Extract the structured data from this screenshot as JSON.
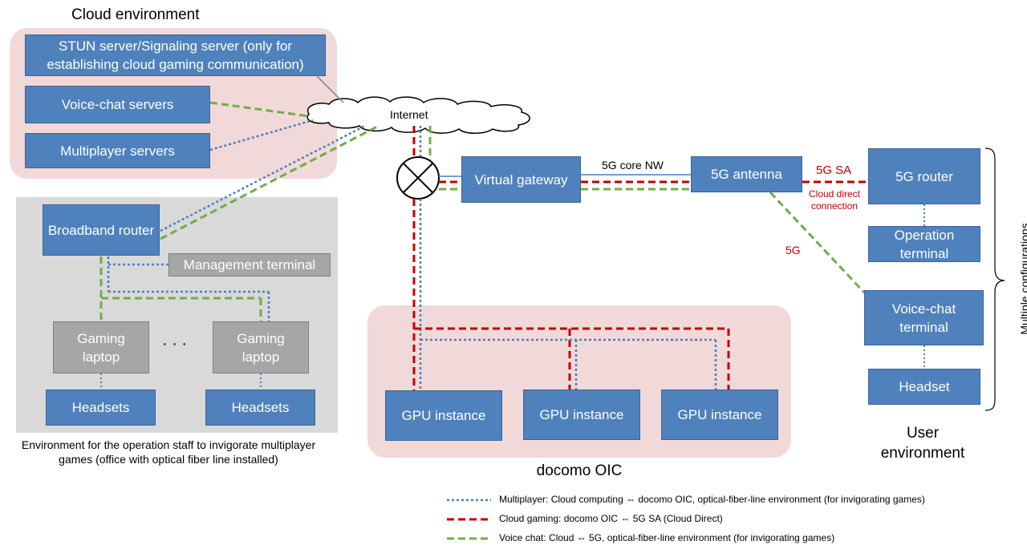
{
  "cloud_environment": {
    "title": "Cloud environment",
    "stun_server": "STUN server/Signaling server (only for establishing cloud gaming communication)",
    "voice_chat_servers": "Voice-chat servers",
    "multiplayer_servers": "Multiplayer servers"
  },
  "internet_label": "Internet",
  "office": {
    "broadband_router": "Broadband router",
    "management_terminal": "Management terminal",
    "gaming_laptop_1": "Gaming laptop",
    "gaming_laptop_2": "Gaming laptop",
    "ellipsis": "· · ·",
    "headsets_1": "Headsets",
    "headsets_2": "Headsets",
    "caption": "Environment  for the operation staff to invigorate multiplayer games (office with optical fiber line installed)"
  },
  "network": {
    "virtual_gateway": "Virtual gateway",
    "core_nw": "5G core NW",
    "antenna": "5G antenna",
    "sa_label": "5G SA",
    "cloud_direct": "Cloud direct connection",
    "g5_label": "5G"
  },
  "docomo_oic": {
    "title": "docomo OIC",
    "gpu_1": "GPU instance",
    "gpu_2": "GPU instance",
    "gpu_3": "GPU instance"
  },
  "user_environment": {
    "title": "User environment",
    "router": "5G router",
    "operation_terminal": "Operation terminal",
    "voice_chat_terminal": "Voice-chat terminal",
    "headset": "Headset",
    "multiple_configurations": "Multiple configurations"
  },
  "legend": {
    "multiplayer": "Multiplayer: Cloud computing ⇔ docomo OIC, optical-fiber-line  environment  (for invigorating  games)",
    "cloud_gaming": "Cloud gaming:  docomo OIC ⇔ 5G SA (Cloud Direct)",
    "voice_chat": "Voice chat: Cloud ⇔ 5G, optical-fiber-line  environment  (for invigorating  games)"
  },
  "colors": {
    "box_blue": "#4f81bd",
    "box_gray": "#a6a6a6",
    "region_pink": "#f2d9d9",
    "region_gray": "#d9d9d9",
    "multiplayer_line": "#4a7ebb",
    "cloud_gaming_line": "#c00000",
    "voice_chat_line": "#70ad47"
  }
}
